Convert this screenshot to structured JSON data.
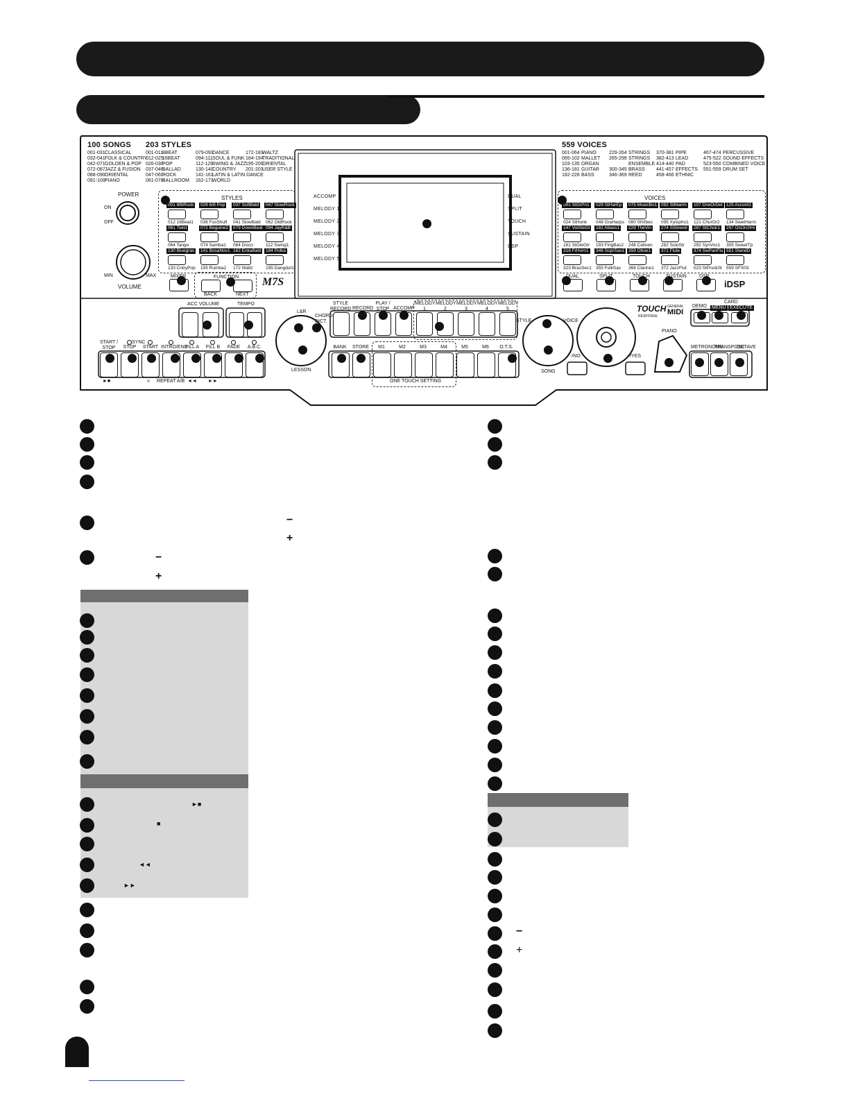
{
  "panel": {
    "songs": {
      "title": "100 SONGS",
      "items": [
        {
          "range": "001-031",
          "name": "CLASSICAL"
        },
        {
          "range": "032-041",
          "name": "FOLK & COUNTRY"
        },
        {
          "range": "042-071",
          "name": "GOLDEN & POP"
        },
        {
          "range": "072-087",
          "name": "JAZZ & FUSION"
        },
        {
          "range": "088-090",
          "name": "ORIENTAL"
        },
        {
          "range": "091-100",
          "name": "PIANO"
        }
      ]
    },
    "styles": {
      "title": "203 STYLES",
      "items": [
        {
          "range": "001-011",
          "name": "8BEAT"
        },
        {
          "range": "012-025",
          "name": "16BEAT"
        },
        {
          "range": "026-036",
          "name": "POP"
        },
        {
          "range": "037-046",
          "name": "BALLAD"
        },
        {
          "range": "047-060",
          "name": "ROCK"
        },
        {
          "range": "061-078",
          "name": "BALLROOM"
        },
        {
          "range": "079-093",
          "name": "DANCE"
        },
        {
          "range": "094-111",
          "name": "SOUL & FUNK"
        },
        {
          "range": "112-129",
          "name": "SWING & JAZZ"
        },
        {
          "range": "130-140",
          "name": "COUNTRY"
        },
        {
          "range": "141-161",
          "name": "LATIN & LATIN DANCE"
        },
        {
          "range": "162-171",
          "name": "WORLD"
        },
        {
          "range": "172-183",
          "name": "WALTZ"
        },
        {
          "range": "184-194",
          "name": "TRADITIONAL"
        },
        {
          "range": "195-200",
          "name": "ORIENTAL"
        },
        {
          "range": "201-203",
          "name": "USER STYLE"
        }
      ],
      "group_label": "STYLES",
      "buttons": [
        {
          "top": "001 8BtRock",
          "bottom": "012 16Beat1"
        },
        {
          "top": "026 6/8 Pop",
          "bottom": "036 FusShufl"
        },
        {
          "top": "037 SoftBald",
          "bottom": "041 SlowBald"
        },
        {
          "top": "047 SlowRock",
          "bottom": "062 OldRock"
        },
        {
          "top": "061 Twist",
          "bottom": "064 Tango"
        },
        {
          "top": "072 Beguine2",
          "bottom": "074 Samba1"
        },
        {
          "top": "079 DownBeat",
          "bottom": "084 Disco"
        },
        {
          "top": "094 JayR&B",
          "bottom": "112 Swing1"
        },
        {
          "top": "130 Bluegras",
          "bottom": "133 CntryPop"
        },
        {
          "top": "141 BosaNov1",
          "bottom": "155 Rumba2"
        },
        {
          "top": "162 EnkaBald",
          "bottom": "172 Waltz"
        },
        {
          "top": "184 Polka",
          "bottom": "195 Dangdut1"
        }
      ]
    },
    "voices": {
      "title": "559 VOICES",
      "items": [
        {
          "range": "001-064",
          "name": "PIANO"
        },
        {
          "range": "065-102",
          "name": "MALLET"
        },
        {
          "range": "103-135",
          "name": "ORGAN"
        },
        {
          "range": "136-181",
          "name": "GUITAR"
        },
        {
          "range": "182-228",
          "name": "BASS"
        },
        {
          "range": "229-264",
          "name": "STRINGS"
        },
        {
          "range": "265-299",
          "name": "STRINGS"
        },
        {
          "range": "",
          "name": "ENSEMBLE"
        },
        {
          "range": "300-345",
          "name": "BRASS"
        },
        {
          "range": "346-369",
          "name": "REED"
        },
        {
          "range": "370-381",
          "name": "PIPE"
        },
        {
          "range": "382-413",
          "name": "LEAD"
        },
        {
          "range": "414-440",
          "name": "PAD"
        },
        {
          "range": "441-457",
          "name": "EFFECTS"
        },
        {
          "range": "458-466",
          "name": "ETHNIC"
        },
        {
          "range": "467-474",
          "name": "PERCUSSIVE"
        },
        {
          "range": "475-522",
          "name": "SOUND EFFECTS"
        },
        {
          "range": "523-550",
          "name": "COMBINED VOICE"
        },
        {
          "range": "551-559",
          "name": "DRUM SET"
        }
      ],
      "group_label": "VOICES",
      "buttons": [
        {
          "top": "001 StGrPn1",
          "bottom": "024 StHonk"
        },
        {
          "top": "029 StHarEp",
          "bottom": "048 GraHarps"
        },
        {
          "top": "075 MusicBo1",
          "bottom": "080 StVibes"
        },
        {
          "top": "092 StMarim",
          "bottom": "095 Xylopho1"
        },
        {
          "top": "107 DrwOrDet",
          "bottom": "121 ChurOr2"
        },
        {
          "top": "125 Accord1",
          "bottom": "134 SwetHarm"
        },
        {
          "top": "147 VoiSteGt",
          "bottom": "161 StGleGtr"
        },
        {
          "top": "182 Abass1",
          "bottom": "193 FingBas2"
        },
        {
          "top": "229 TheVin",
          "bottom": "248 Celloen"
        },
        {
          "top": "274 SSlowstr",
          "bottom": "282 SoloStr"
        },
        {
          "top": "287 StChoir1",
          "bottom": "292 SynVoc1"
        },
        {
          "top": "297 OcOrchHi",
          "bottom": "305 SweetTp"
        },
        {
          "top": "318 FrHorn1",
          "bottom": "323 BrasSec1"
        },
        {
          "top": "346 SoprSax1",
          "bottom": "355 FolkSax"
        },
        {
          "top": "359 Oboe1",
          "bottom": "368 Clarine1"
        },
        {
          "top": "371 Flute",
          "bottom": "372 JazzFlut"
        },
        {
          "top": "374 SwPanFlu",
          "bottom": "523 StPno&St"
        },
        {
          "top": "551 StandD",
          "bottom": "559 SFX03"
        }
      ]
    },
    "left": {
      "power": "POWER",
      "on": "ON",
      "off": "OFF",
      "volume": "VOLUME",
      "min": "MIN",
      "max": "MAX",
      "mixer": "MIXER",
      "function": "FUNCTION",
      "back": "BACK",
      "next": "NEXT",
      "logo": "M7S"
    },
    "lcd": {
      "left": [
        "ACCOMP",
        "MELODY 1",
        "MELODY 2",
        "MELODY 3",
        "MELODY 4",
        "MELODY 5"
      ],
      "right": [
        "DUAL",
        "SPLIT",
        "TOUCH",
        "SUSTAIN",
        "DSP"
      ]
    },
    "right_buttons": [
      "DUAL",
      "SPLIT",
      "TOUCH",
      "SUSTAIN",
      "DSP"
    ],
    "idsp": "iDSP",
    "lower": {
      "acc_volume": "ACC VOLUME",
      "tempo": "TEMPO",
      "lr": "L&R",
      "chord_dict": "CHORD DICT.",
      "lesson": "LESSON",
      "style_record": "STYLE RECORD",
      "record": "RECORD",
      "play_stop": "PLAY / STOP",
      "accomp": "ACCOMP",
      "melody": [
        "MELODY 1",
        "MELODY 2",
        "MELODY 3",
        "MELODY 4",
        "MELODY 5"
      ],
      "start_stop": "START / STOP",
      "sync": "SYNC",
      "stop": "STOP",
      "start": "START",
      "intro_end": "INTRO/END",
      "fill_a": "FILL A",
      "fill_b": "FILL B",
      "fade": "FADE",
      "abc": "A.B.C.",
      "bank": "BANK",
      "store": "STORE",
      "m_buttons": [
        "M1",
        "M2",
        "M3",
        "M4",
        "M5",
        "M6"
      ],
      "ots": "O.T.S.",
      "one_touch": "ONE TOUCH SETTING",
      "repeat": "REPEAT A/B",
      "style": "STYLE",
      "voice": "VOICE",
      "song": "SONG",
      "touch": "TOUCH",
      "touch_sub": "RESPONSE",
      "midi_top": "GENERAL",
      "midi": "MIDI",
      "demo": "DEMO",
      "card": "CARD",
      "menu": "MENU",
      "execute": "EXECUTE",
      "no": "-/NO",
      "yes": "+/YES",
      "piano": "PIANO",
      "metronome": "METRONOME",
      "transpose": "TRANSPOSE",
      "octave": "OCTAVE"
    }
  },
  "symbols": {
    "minus": "−",
    "plus": "+",
    "play_stop": "►■",
    "stop": "■",
    "rew": "◄◄",
    "ffwd": "►►",
    "pause": "ıı"
  }
}
